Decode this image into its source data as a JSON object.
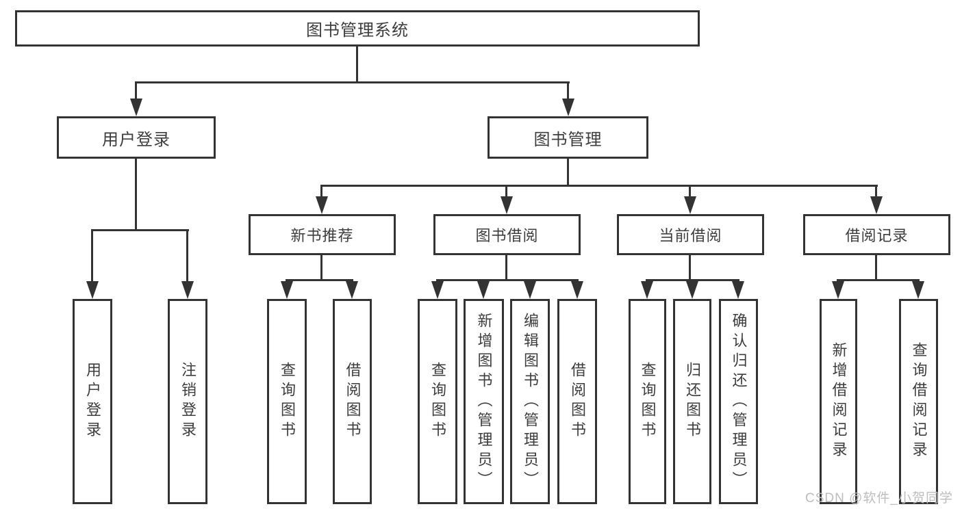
{
  "colors": {
    "line": "#333333",
    "box_border": "#333333",
    "box_background": "#ffffff",
    "text": "#3d3d3d",
    "background": "#ffffff",
    "watermark": "#bdbdbd"
  },
  "tree": {
    "root": "图书管理系统",
    "children": [
      {
        "label": "用户登录",
        "leaves": [
          "用户登录",
          "注销登录"
        ]
      },
      {
        "label": "图书管理",
        "children": [
          {
            "label": "新书推荐",
            "leaves": [
              "查询图书",
              "借阅图书"
            ]
          },
          {
            "label": "图书借阅",
            "leaves": [
              "查询图书",
              "新增图书（管理员）",
              "编辑图书（管理员）",
              "借阅图书"
            ]
          },
          {
            "label": "当前借阅",
            "leaves": [
              "查询图书",
              "归还图书",
              "确认归还（管理员）"
            ]
          },
          {
            "label": "借阅记录",
            "leaves": [
              "新增借阅记录",
              "查询借阅记录"
            ]
          }
        ]
      }
    ]
  },
  "watermark": {
    "text": "CSDN @软件_小贺同学"
  }
}
